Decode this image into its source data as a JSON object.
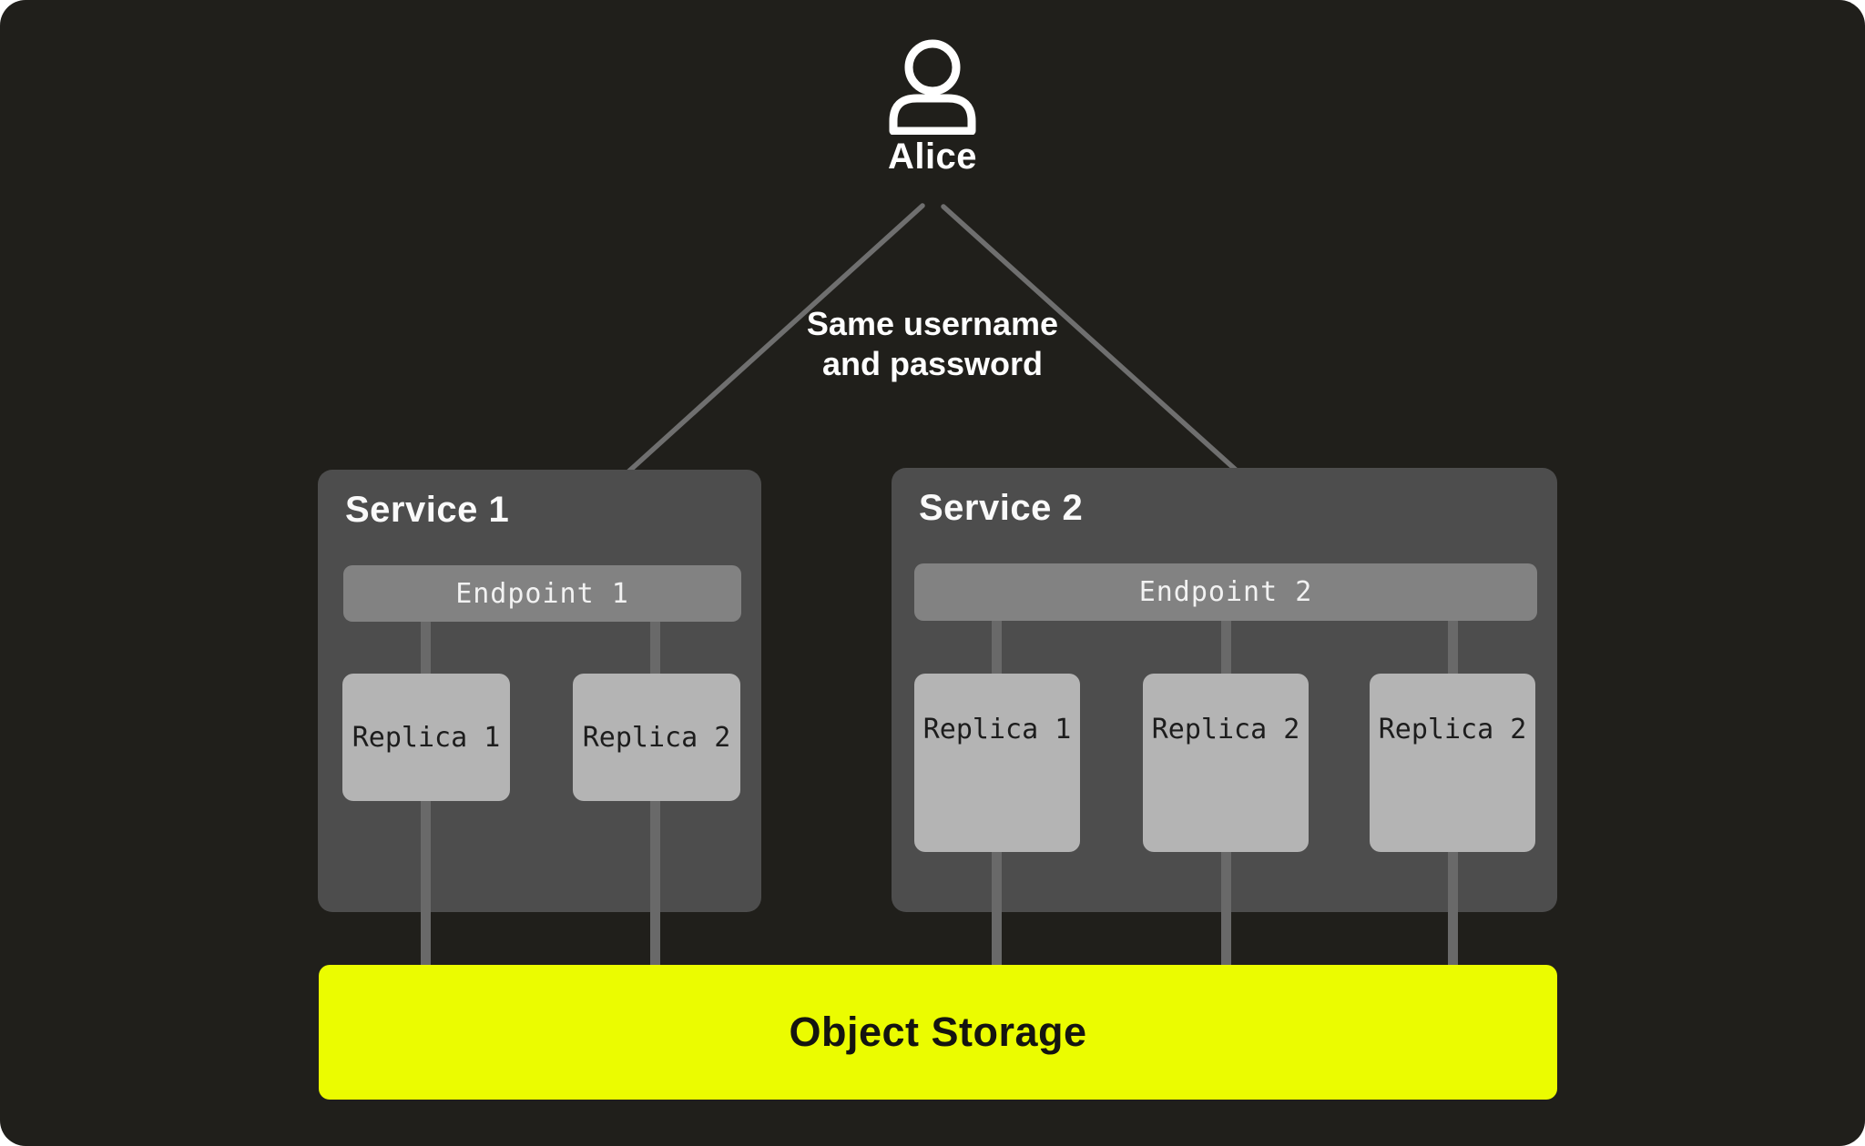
{
  "user": {
    "name": "Alice",
    "icon": "person-icon"
  },
  "connection_label": {
    "line1": "Same username",
    "line2": "and password"
  },
  "services": [
    {
      "title": "Service 1",
      "endpoint": "Endpoint 1",
      "replicas": [
        "Replica 1",
        "Replica 2"
      ]
    },
    {
      "title": "Service 2",
      "endpoint": "Endpoint 2",
      "replicas": [
        "Replica 1",
        "Replica 2",
        "Replica 2"
      ]
    }
  ],
  "storage": {
    "label": "Object Storage"
  },
  "colors": {
    "canvas_background": "#201f1b",
    "service_box": "#4d4d4d",
    "endpoint_bar": "#828282",
    "replica_box": "#b4b4b4",
    "connector_line": "#696969",
    "arrow_line": "#6f6f6f",
    "storage_accent": "#ebfc00",
    "text_light": "#ffffff",
    "text_dark": "#1d1d1d"
  }
}
